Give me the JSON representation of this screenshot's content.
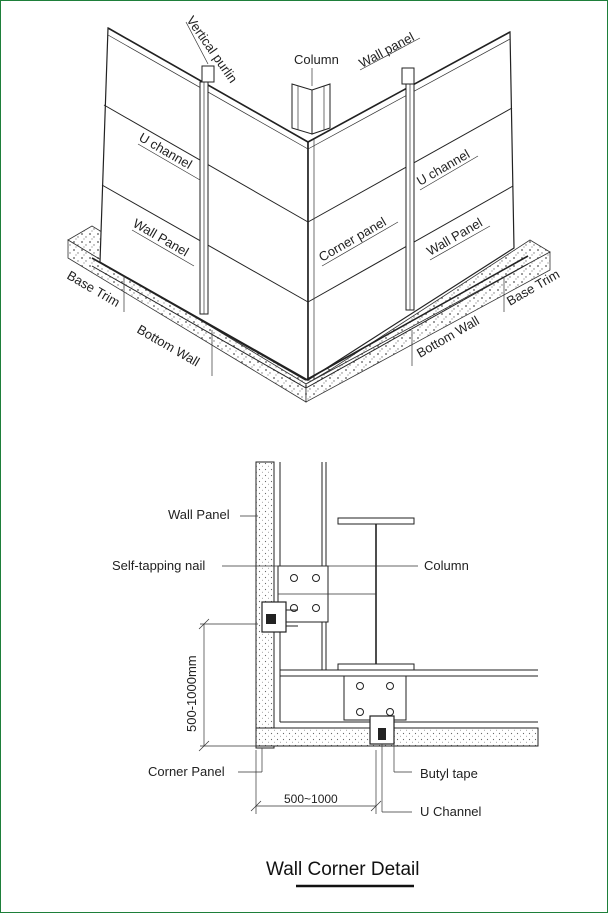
{
  "top_labels": {
    "vertical_purlin": "Vertical purlin",
    "column": "Column",
    "wall_panel_top": "Wall panel",
    "u_channel_left": "U channel",
    "u_channel_right": "U channel",
    "wall_panel_left": "Wall Panel",
    "wall_panel_right": "Wall Panel",
    "corner_panel": "Corner panel",
    "base_trim_left": "Base Trim",
    "base_trim_right": "Base Trim",
    "bottom_wall_left": "Bottom Wall",
    "bottom_wall_right": "Bottom Wall"
  },
  "detail_labels": {
    "wall_panel": "Wall Panel",
    "self_tapping_nail": "Self-tapping nail",
    "column": "Column",
    "dimension_vertical": "500-1000mm",
    "dimension_horizontal": "500~1000",
    "corner_panel": "Corner Panel",
    "butyl_tape": "Butyl tape",
    "u_channel": "U Channel"
  },
  "title": "Wall Corner Detail",
  "colors": {
    "border": "#1e7f3a",
    "line": "#222222"
  }
}
